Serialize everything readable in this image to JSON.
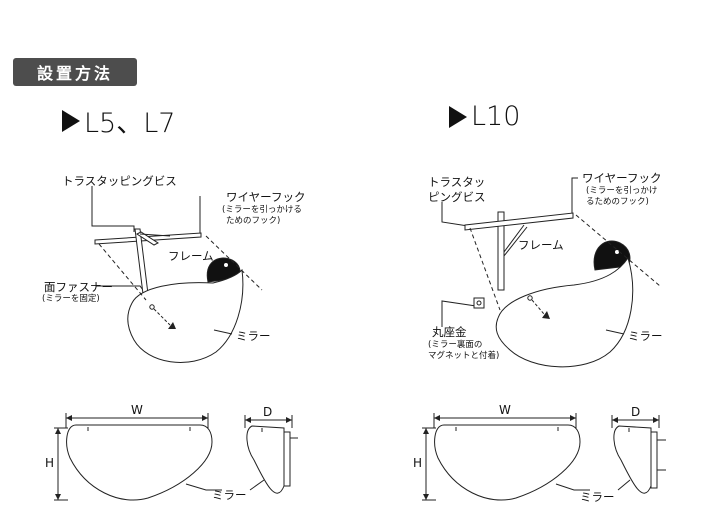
{
  "section": {
    "title": "設置方法"
  },
  "models": {
    "left": "L5、L7",
    "right": "L10"
  },
  "left_diagram": {
    "truss_screw": "トラスタッピングビス",
    "wire_hook": "ワイヤーフック",
    "wire_hook_note_1": "(ミラーを引っかける",
    "wire_hook_note_2": "ためのフック)",
    "frame": "フレーム",
    "fastener": "面ファスナー",
    "fastener_note": "(ミラーを固定)",
    "mirror": "ミラー"
  },
  "right_diagram": {
    "truss_screw_1": "トラスタッ",
    "truss_screw_2": "ピングビス",
    "wire_hook": "ワイヤーフック",
    "wire_hook_note_1": "(ミラーを引っかけ",
    "wire_hook_note_2": "るためのフック)",
    "frame": "フレーム",
    "round_seat": "丸座金",
    "round_seat_note_1": "(ミラー裏面の",
    "round_seat_note_2": "マグネットと付着)",
    "mirror": "ミラー"
  },
  "dimensions": {
    "width": "W",
    "height": "H",
    "depth": "D",
    "mirror": "ミラー"
  }
}
